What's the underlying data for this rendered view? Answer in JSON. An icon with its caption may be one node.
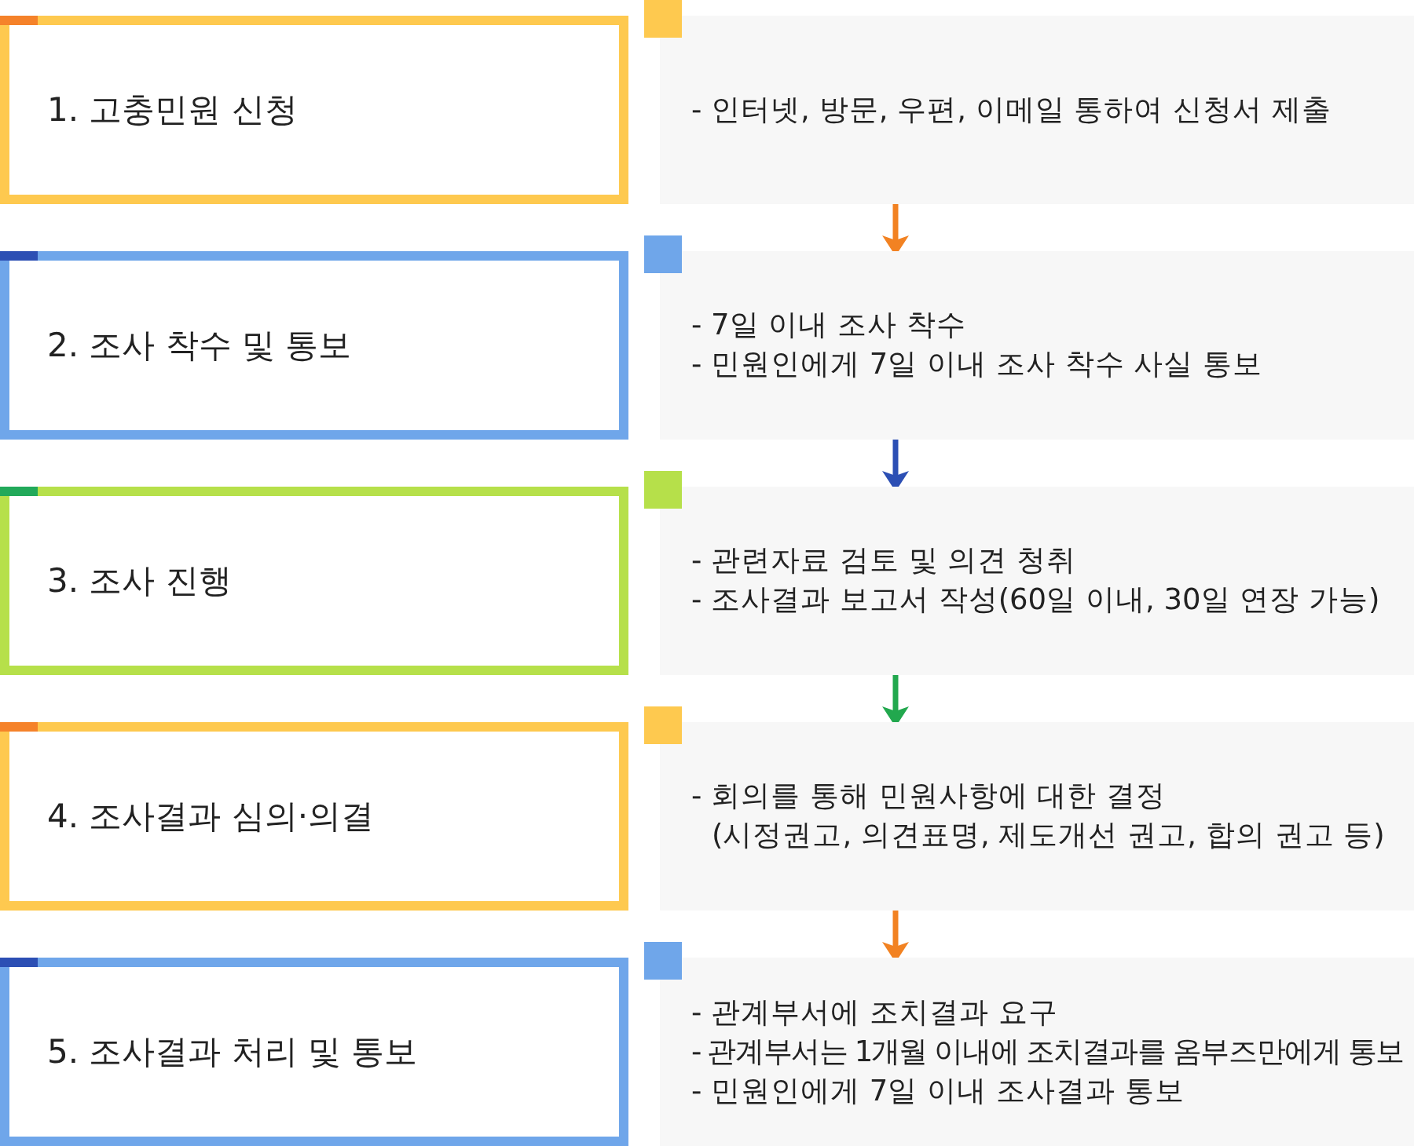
{
  "diagram": {
    "nodes": [
      {
        "text": [
          "1. 고충민원 신청"
        ]
      },
      {
        "text": [
          "- 인터넷, 방문, 우편, 이메일 통하여 신청서 제출"
        ]
      },
      {
        "text": [
          "2. 조사 착수 및 통보"
        ]
      },
      {
        "text": [
          "- 7일 이내 조사 착수",
          "- 민원인에게 7일 이내 조사 착수 사실 통보"
        ]
      },
      {
        "text": [
          "3. 조사 진행"
        ]
      },
      {
        "text": [
          "- 관련자료 검토 및 의견 청취",
          "- 조사결과 보고서 작성(60일 이내, 30일 연장 가능)"
        ]
      },
      {
        "text": [
          "4. 조사결과 심의·의결"
        ]
      },
      {
        "text": [
          "- 회의를 통해 민원사항에 대한 결정",
          "(시정권고, 의견표명, 제도개선 권고, 합의 권고 등)"
        ]
      },
      {
        "text": [
          "5. 조사결과 처리 및 통보"
        ]
      },
      {
        "text": [
          "- 관계부서에 조치결과 요구",
          "- 관계부서는 1개월 이내에 조치결과를 옴부즈만에게 통보",
          "- 민원인에게 7일 이내 조사결과 통보"
        ]
      }
    ],
    "edges": [
      {
        "from": 1,
        "to": 3,
        "arrow": "to",
        "color": "#f28222"
      },
      {
        "from": 3,
        "to": 5,
        "arrow": "to",
        "color": "#2c4fb4"
      },
      {
        "from": 5,
        "to": 7,
        "arrow": "to",
        "color": "#22a84e"
      },
      {
        "from": 7,
        "to": 9,
        "arrow": "to",
        "color": "#f28222"
      }
    ]
  }
}
